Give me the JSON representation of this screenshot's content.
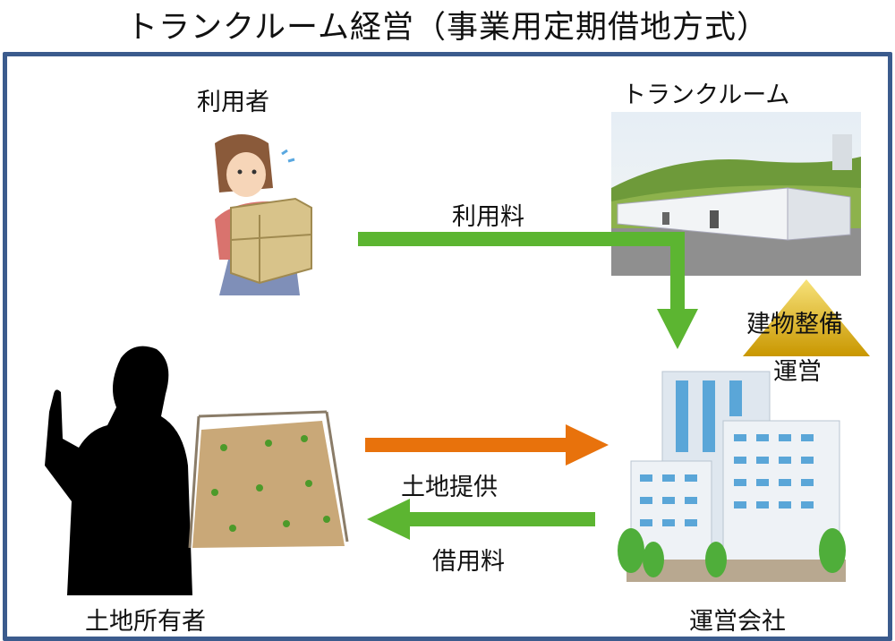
{
  "title": "トランクルーム経営（事業用定期借地方式）",
  "labels": {
    "user": "利用者",
    "trunk_room": "トランクルーム",
    "usage_fee": "利用料",
    "building_maintenance": "建物整備",
    "operation": "運営",
    "land_provision": "土地提供",
    "rent_fee": "借用料",
    "landowner": "土地所有者",
    "operating_company": "運営会社"
  },
  "colors": {
    "frame": "#3b5b8d",
    "green_arrow": "#5cb531",
    "orange_arrow": "#e8720c",
    "triangle": "#d9a800"
  }
}
